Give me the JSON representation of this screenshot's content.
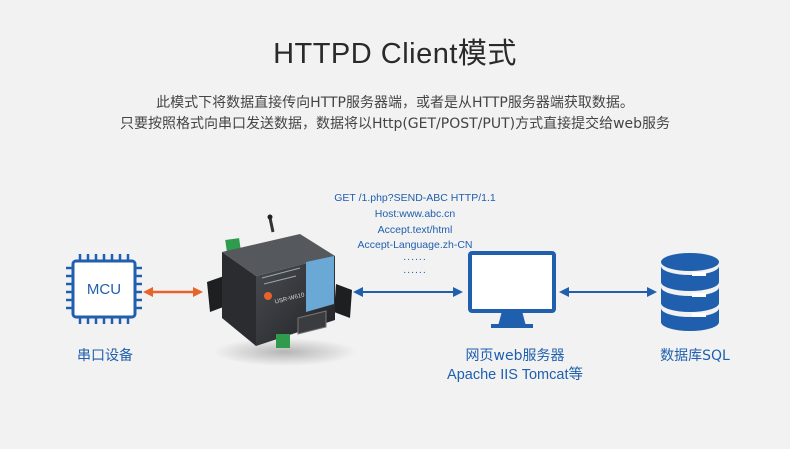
{
  "title": "HTTPD Client模式",
  "description": {
    "line1": "此模式下将数据直接传向HTTP服务器端，或者是从HTTP服务器端获取数据。",
    "line2": "只要按照格式向串口发送数据，数据将以Http(GET/POST/PUT)方式直接提交给web服务"
  },
  "http_request": {
    "line1": "GET /1.php?SEND-ABC HTTP/1.1",
    "line2": "Host:www.abc.cn",
    "line3": "Accept.text/html",
    "line4": "Accept-Language.zh-CN",
    "line5": "......",
    "line6": "......"
  },
  "nodes": {
    "mcu": {
      "chip_text": "MCU",
      "label": "串口设备"
    },
    "device": {
      "model_text": "USR-W610"
    },
    "web_server": {
      "label": "网页web服务器",
      "sublabel": "Apache IIS Tomcat等"
    },
    "database": {
      "label": "数据库SQL"
    }
  },
  "colors": {
    "accent_blue": "#1f5fae",
    "arrow_orange": "#e8632a",
    "text_dark": "#2a2a2a"
  }
}
